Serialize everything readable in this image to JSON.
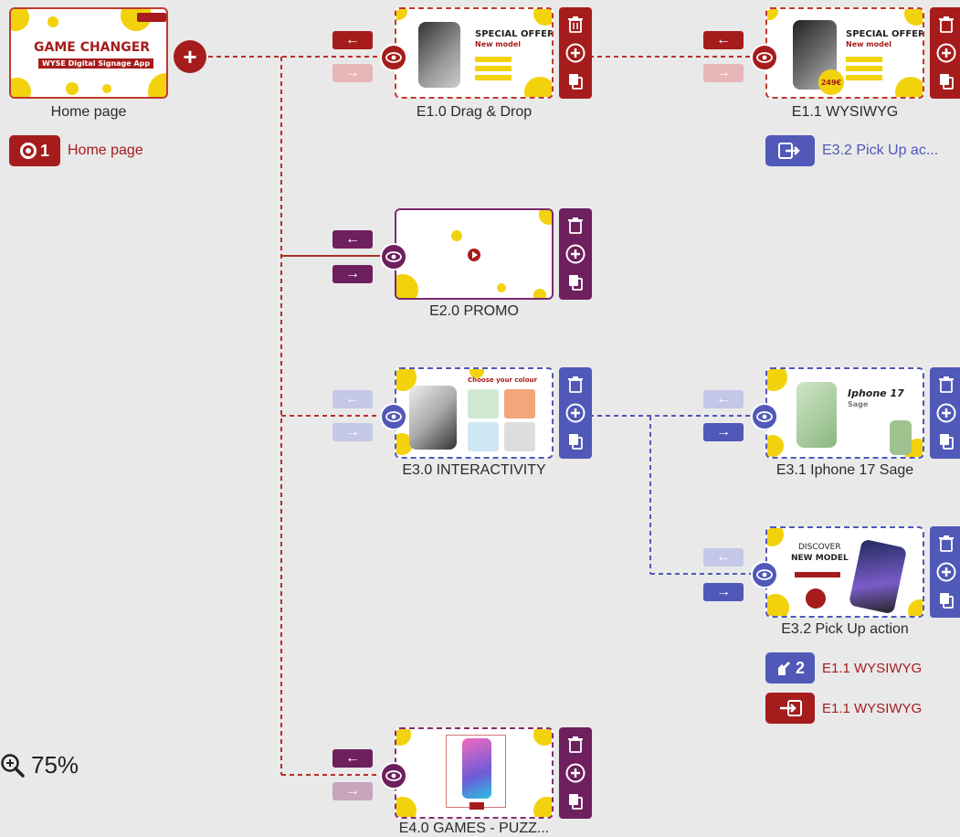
{
  "nodes": {
    "home": {
      "caption": "Home page",
      "title": "GAME CHANGER",
      "subtitle": "WYSE Digital Signage App"
    },
    "e10": {
      "caption": "E1.0 Drag & Drop",
      "heading": "SPECIAL OFFER",
      "sub": "New model"
    },
    "e11": {
      "caption": "E1.1 WYSIWYG",
      "heading": "SPECIAL OFFER",
      "sub": "New model",
      "price": "249€"
    },
    "e20": {
      "caption": "E2.0 PROMO"
    },
    "e30": {
      "caption": "E3.0 INTERACTIVITY",
      "heading": "Choose your colour"
    },
    "e31": {
      "caption": "E3.1 Iphone 17 Sage",
      "heading": "Iphone 17",
      "sub": "Sage"
    },
    "e32": {
      "caption": "E3.2 Pick Up action",
      "heading1": "DISCOVER",
      "heading2": "NEW MODEL"
    },
    "e40": {
      "caption": "E4.0 GAMES - PUZZ..."
    }
  },
  "tags": {
    "home_trigger": {
      "number": "1",
      "label": "Home page"
    },
    "e11_link": {
      "label": "E3.2 Pick Up ac..."
    },
    "e32_pickup": {
      "number": "2",
      "label": "E1.1 WYSIWYG"
    },
    "e32_link": {
      "label": "E1.1 WYSIWYG"
    }
  },
  "zoom": {
    "label": "75%",
    "icon": "zoom-in-icon"
  },
  "colors": {
    "red": "#a61c1c",
    "purple": "#6e1f5e",
    "blue": "#5058b8",
    "yellow": "#f2d20c"
  }
}
